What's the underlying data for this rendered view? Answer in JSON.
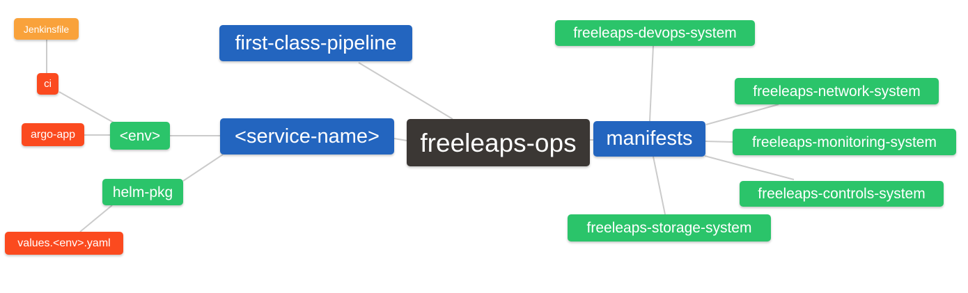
{
  "diagram": {
    "type": "mindmap",
    "root_label": "freeleaps-ops",
    "colors": {
      "blue": "#2365BF",
      "green": "#2BC46A",
      "red": "#FB4A1F",
      "orange": "#F9A23B",
      "dark": "#3B3734",
      "edge": "#CBCBCB",
      "text": "#FFFFFF"
    },
    "nodes": {
      "jenkinsfile": {
        "label": "Jenkinsfile",
        "color": "#F9A23B"
      },
      "ci": {
        "label": "ci",
        "color": "#FB4A1F"
      },
      "argo_app": {
        "label": "argo-app",
        "color": "#FB4A1F"
      },
      "env": {
        "label": "<env>",
        "color": "#2BC46A"
      },
      "helm_pkg": {
        "label": "helm-pkg",
        "color": "#2BC46A"
      },
      "values_yaml": {
        "label": "values.<env>.yaml",
        "color": "#FB4A1F"
      },
      "pipeline": {
        "label": "first-class-pipeline",
        "color": "#2365BF"
      },
      "service": {
        "label": "<service-name>",
        "color": "#2365BF"
      },
      "root": {
        "label": "freeleaps-ops",
        "color": "#3B3734"
      },
      "manifests": {
        "label": "manifests",
        "color": "#2365BF"
      },
      "devops": {
        "label": "freeleaps-devops-system",
        "color": "#2BC46A"
      },
      "network": {
        "label": "freeleaps-network-system",
        "color": "#2BC46A"
      },
      "monitoring": {
        "label": "freeleaps-monitoring-system",
        "color": "#2BC46A"
      },
      "controls": {
        "label": "freeleaps-controls-system",
        "color": "#2BC46A"
      },
      "storage": {
        "label": "freeleaps-storage-system",
        "color": "#2BC46A"
      }
    },
    "edges": [
      {
        "from": "Jenkinsfile",
        "to": "ci"
      },
      {
        "from": "ci",
        "to": "<env>"
      },
      {
        "from": "argo-app",
        "to": "<env>"
      },
      {
        "from": "<env>",
        "to": "<service-name>"
      },
      {
        "from": "<service-name>",
        "to": "helm-pkg"
      },
      {
        "from": "helm-pkg",
        "to": "values.<env>.yaml"
      },
      {
        "from": "first-class-pipeline",
        "to": "freeleaps-ops"
      },
      {
        "from": "<service-name>",
        "to": "freeleaps-ops"
      },
      {
        "from": "freeleaps-ops",
        "to": "manifests"
      },
      {
        "from": "manifests",
        "to": "freeleaps-devops-system"
      },
      {
        "from": "manifests",
        "to": "freeleaps-network-system"
      },
      {
        "from": "manifests",
        "to": "freeleaps-monitoring-system"
      },
      {
        "from": "manifests",
        "to": "freeleaps-controls-system"
      },
      {
        "from": "manifests",
        "to": "freeleaps-storage-system"
      }
    ]
  }
}
